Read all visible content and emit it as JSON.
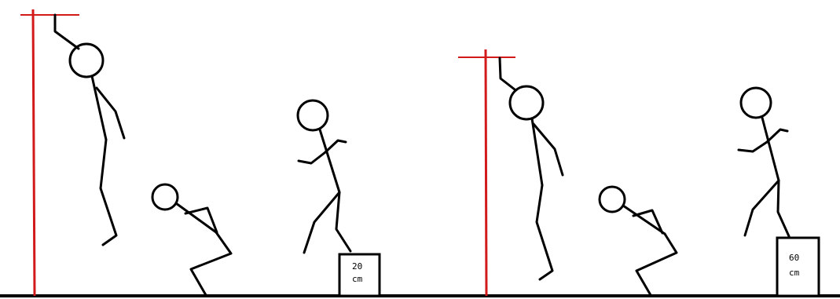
{
  "colors": {
    "ink": "#000000",
    "measure_pole": "#d21a1a",
    "background": "#ffffff"
  },
  "panels": [
    {
      "box": {
        "height_value": "20",
        "unit": "cm"
      }
    },
    {
      "box": {
        "height_value": "60",
        "unit": "cm"
      }
    }
  ]
}
